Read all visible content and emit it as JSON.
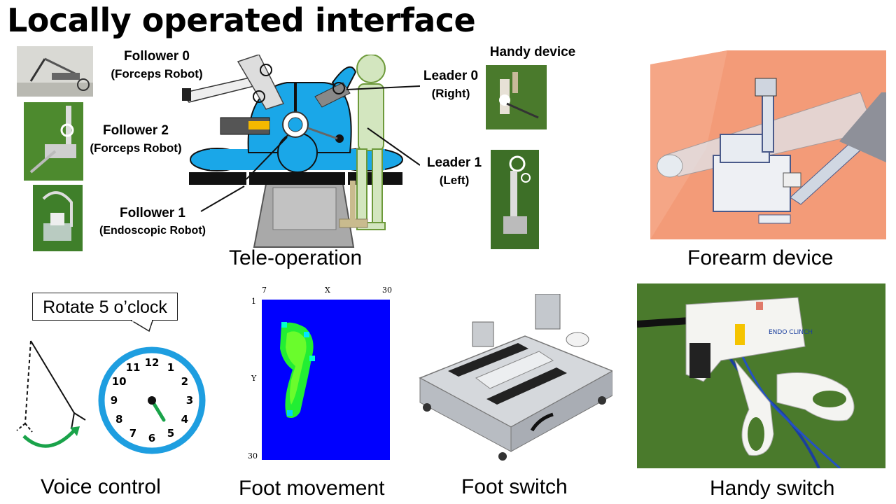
{
  "title": "Locally operated interface",
  "teleop": {
    "caption": "Tele-operation",
    "follower0": {
      "name": "Follower 0",
      "sub": "(Forceps Robot)"
    },
    "follower2": {
      "name": "Follower 2",
      "sub": "(Forceps Robot)"
    },
    "follower1": {
      "name": "Follower 1",
      "sub": "(Endoscopic Robot)"
    },
    "handy_device": "Handy device",
    "leader0": {
      "name": "Leader 0",
      "sub": "(Right)"
    },
    "leader1": {
      "name": "Leader 1",
      "sub": "(Left)"
    }
  },
  "forearm": {
    "caption": "Forearm device"
  },
  "voice": {
    "caption": "Voice control",
    "bubble": "Rotate 5 o’clock",
    "clock_numbers": [
      "12",
      "1",
      "2",
      "3",
      "4",
      "5",
      "6",
      "7",
      "8",
      "9",
      "10",
      "11"
    ]
  },
  "foot_movement": {
    "caption": "Foot movement",
    "x_axis": {
      "label": "X",
      "min": "7",
      "max": "30"
    },
    "y_axis": {
      "label": "Y",
      "min": "1",
      "max": "30"
    }
  },
  "foot_switch": {
    "caption": "Foot switch"
  },
  "handy_switch": {
    "caption": "Handy switch",
    "label_text": "ENDO CLINCH"
  },
  "colors": {
    "robot_blue": "#1aa7e8",
    "heat_bg": "#0000ff",
    "heat_hot": "#33ff33",
    "clock_ring": "#1e9ee0",
    "arrow_green": "#1aa34a",
    "forearm_bg": "#f39b78",
    "grass": "#4a7a2c"
  }
}
